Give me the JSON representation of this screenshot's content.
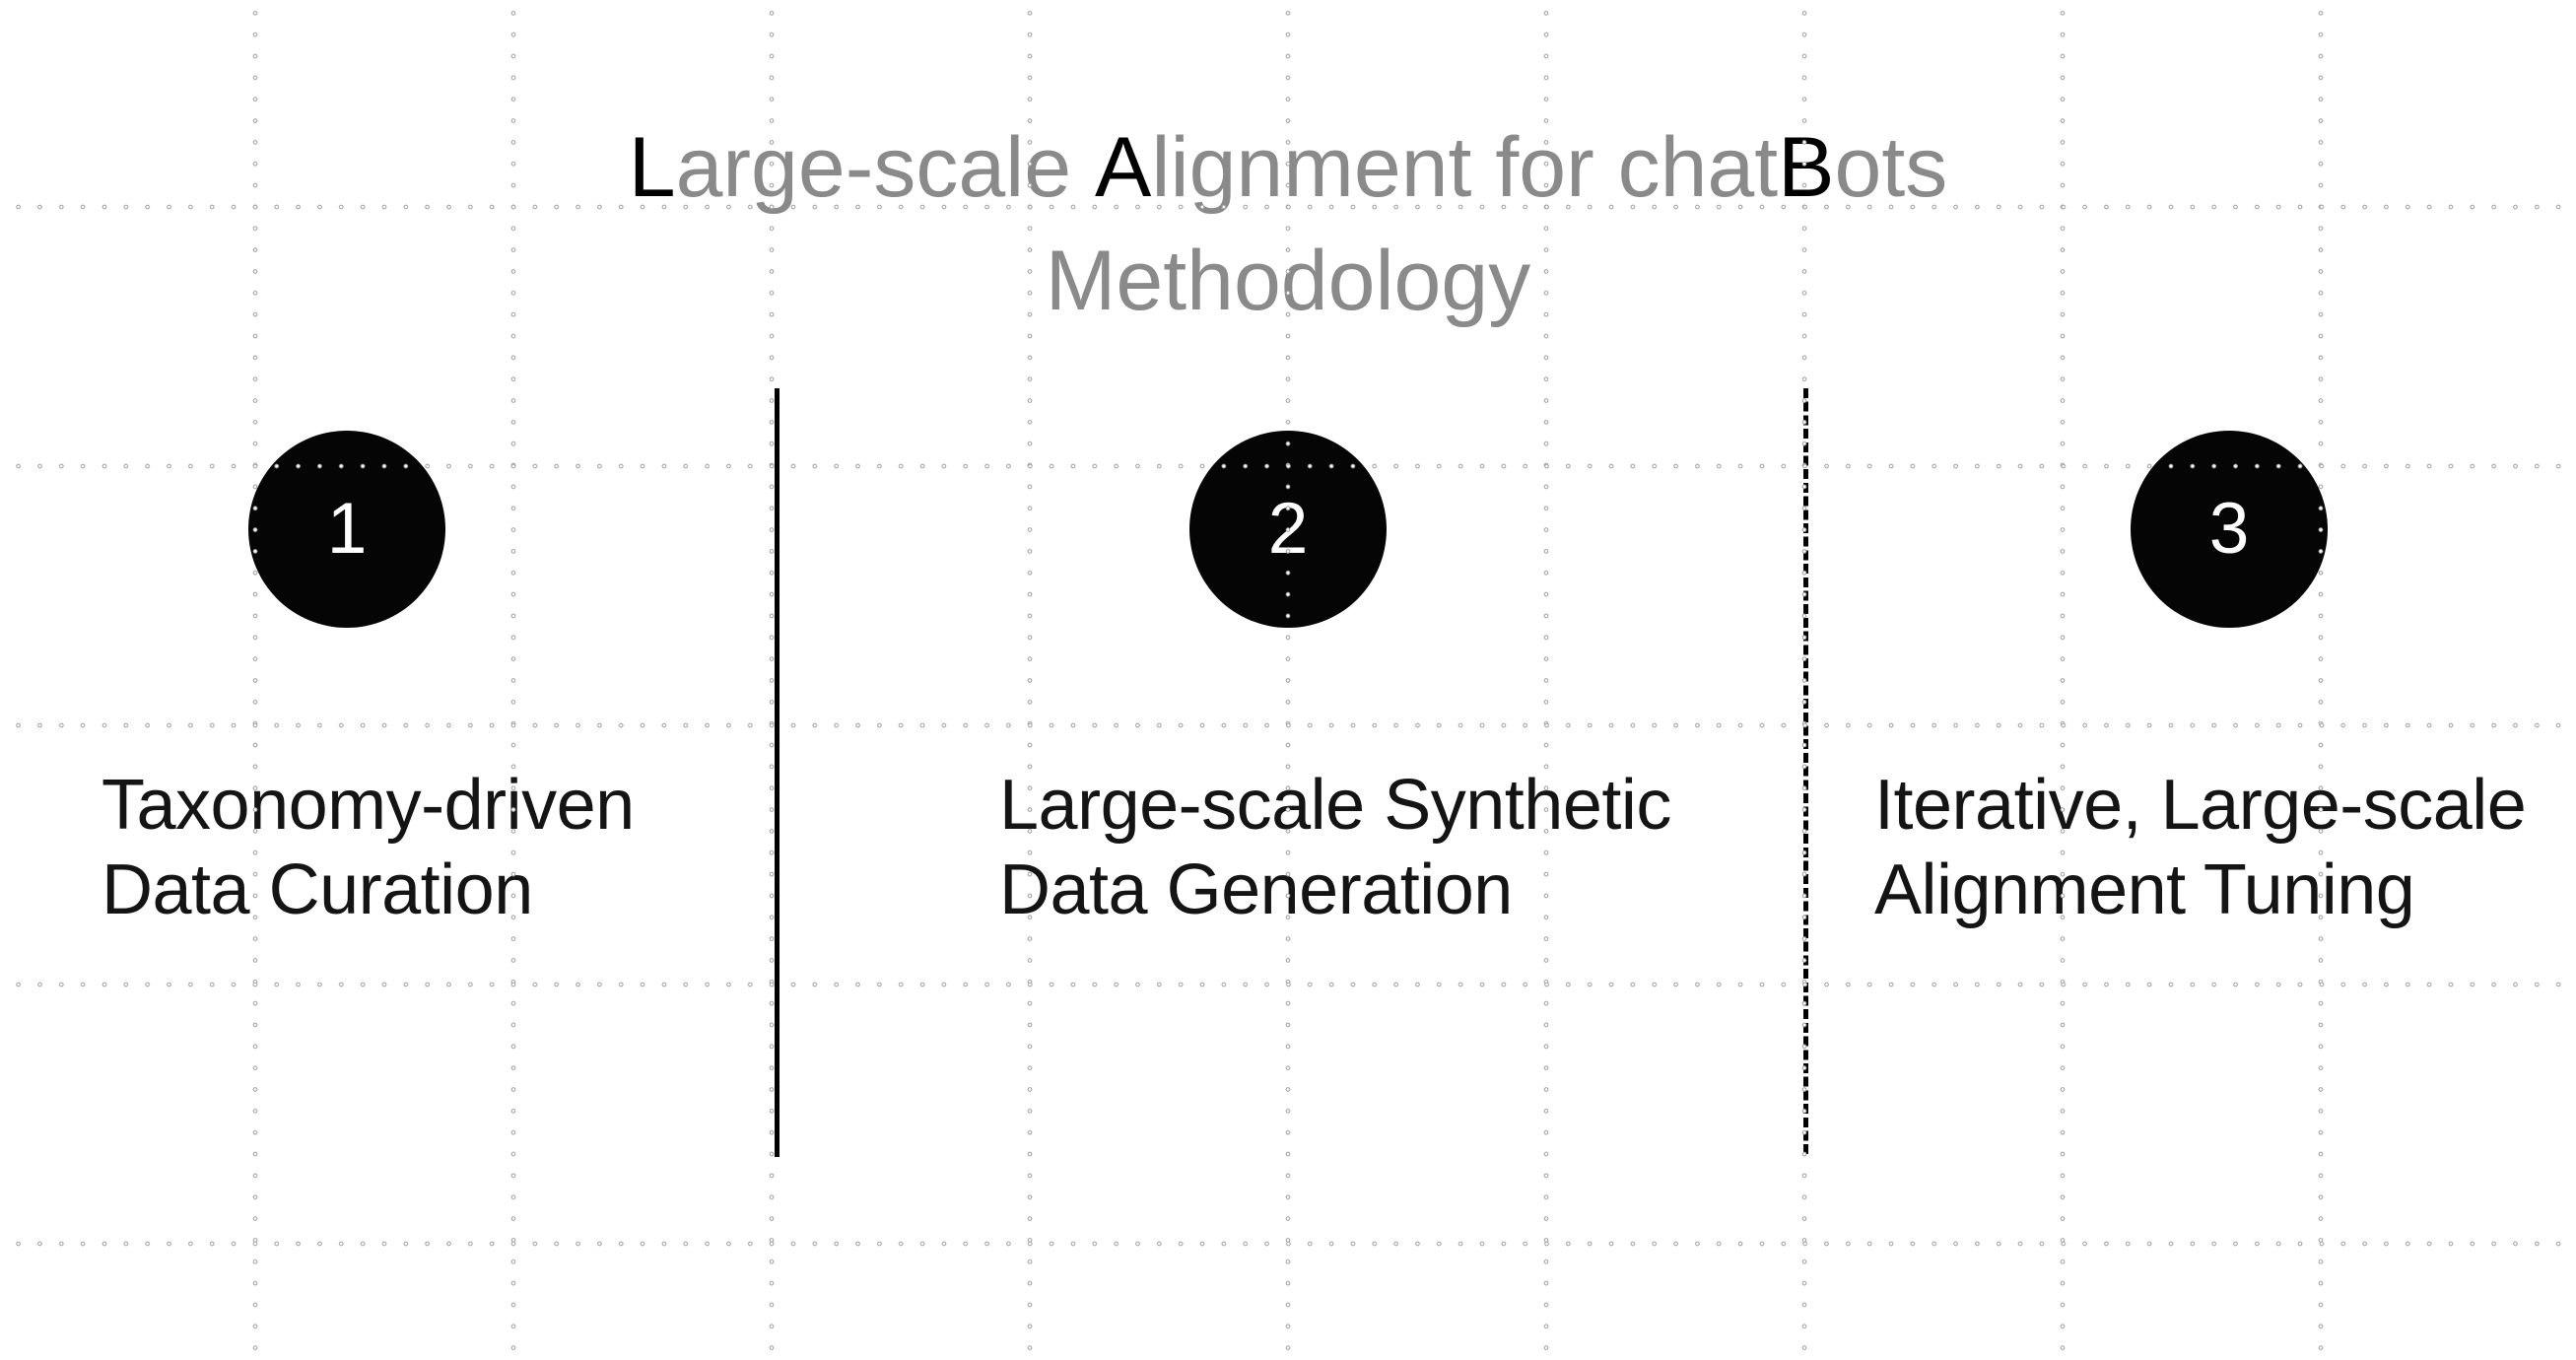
{
  "title": {
    "line1_parts": [
      {
        "text": "L",
        "accent": true
      },
      {
        "text": "arge-scale ",
        "accent": false
      },
      {
        "text": "A",
        "accent": true
      },
      {
        "text": "lignment for chat",
        "accent": false
      },
      {
        "text": "B",
        "accent": true
      },
      {
        "text": "ots",
        "accent": false
      }
    ],
    "line2": "Methodology"
  },
  "steps": [
    {
      "number": "1",
      "label_lines": [
        "Taxonomy-driven",
        "Data Curation"
      ]
    },
    {
      "number": "2",
      "label_lines": [
        "Large-scale Synthetic",
        "Data Generation"
      ]
    },
    {
      "number": "3",
      "label_lines": [
        "Iterative, Large-scale",
        "Alignment Tuning"
      ]
    }
  ],
  "colors": {
    "background": "#ffffff",
    "title_gray": "#8a8a8a",
    "accent_black": "#000000",
    "circle_fill": "#050505",
    "circle_number": "#ffffff",
    "label_text": "#141414",
    "grid_dot": "#a3a3a3"
  }
}
